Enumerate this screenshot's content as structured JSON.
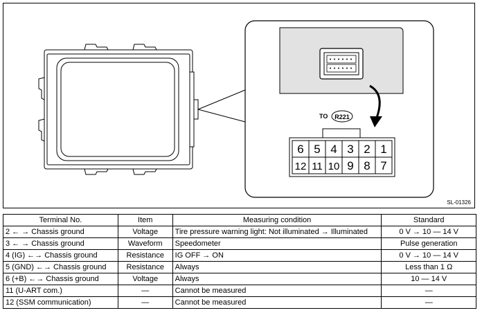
{
  "figure": {
    "code": "SL-01326",
    "connector_label": "TO",
    "connector_id": "R221",
    "pins_top": [
      "6",
      "5",
      "4",
      "3",
      "2",
      "1"
    ],
    "pins_bottom": [
      "12",
      "11",
      "10",
      "9",
      "8",
      "7"
    ]
  },
  "table": {
    "headers": [
      "Terminal No.",
      "Item",
      "Measuring condition",
      "Standard"
    ],
    "rows": [
      {
        "terminal": "2 ← → Chassis ground",
        "item": "Voltage",
        "condition": "Tire pressure warning light: Not illuminated → Illuminated",
        "standard": "0 V → 10 — 14 V"
      },
      {
        "terminal": "3 ← → Chassis ground",
        "item": "Waveform",
        "condition": "Speedometer",
        "standard": "Pulse generation"
      },
      {
        "terminal": "4 (IG) ←→ Chassis ground",
        "item": "Resistance",
        "condition": "IG OFF → ON",
        "standard": "0 V → 10 — 14 V"
      },
      {
        "terminal": "5 (GND) ←→ Chassis ground",
        "item": "Resistance",
        "condition": "Always",
        "standard": "Less than 1 Ω"
      },
      {
        "terminal": "6 (+B) ←→ Chassis ground",
        "item": "Voltage",
        "condition": "Always",
        "standard": "10 — 14 V"
      },
      {
        "terminal": "11 (U-ART com.)",
        "item": "—",
        "condition": "Cannot be measured",
        "standard": "—"
      },
      {
        "terminal": "12 (SSM communication)",
        "item": "—",
        "condition": "Cannot be measured",
        "standard": "—"
      }
    ]
  }
}
